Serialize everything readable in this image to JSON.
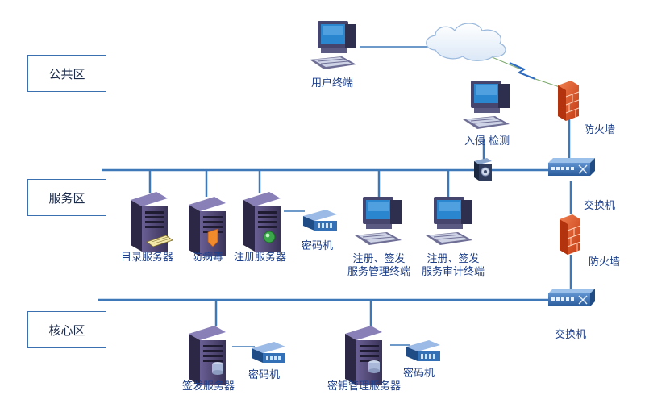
{
  "zones": {
    "public": "公共区",
    "service": "服务区",
    "core": "核心区"
  },
  "labels": {
    "user_terminal": "用户终端",
    "intrusion_detection": "入侵 检测",
    "firewall_top": "防火墙",
    "switch_top": "交换机",
    "firewall_mid": "防火墙",
    "switch_bottom": "交换机",
    "directory_server": "目录服务器",
    "antivirus": "防病毒",
    "registration_server": "注册服务器",
    "crypto_service": "密码机",
    "reg_issue_mgmt_line1": "注册、签发",
    "reg_issue_mgmt_line2": "服务管理终端",
    "reg_issue_audit_line1": "注册、签发",
    "reg_issue_audit_line2": "服务审计终端",
    "issuing_server": "签发服务器",
    "crypto_core_1": "密码机",
    "key_mgmt_server": "密钥管理服务器",
    "crypto_core_2": "密码机"
  },
  "colors": {
    "line": "#3f78b8",
    "server_body": "#4b4470",
    "server_front": "#2e2a4a",
    "monitor": "#3d3d62",
    "screen": "#2a7fc8",
    "firewall": "#e8572a",
    "switch": "#3a6fb0",
    "label": "#1c3f8a"
  }
}
